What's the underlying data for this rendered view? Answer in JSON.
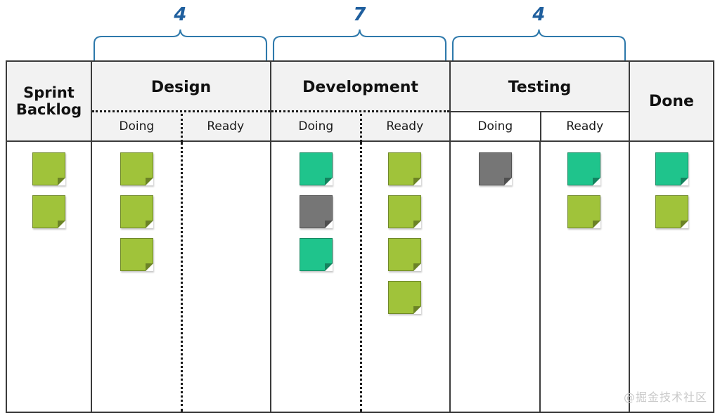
{
  "board": {
    "background": "#ffffff",
    "border_color": "#3b3b3b",
    "header_fill": "#f2f2f2",
    "columns": [
      {
        "id": "sprint-backlog",
        "title": "Sprint Backlog",
        "title_lines": [
          "Sprint",
          "Backlog"
        ],
        "has_subcolumns": false,
        "divider_style": "none",
        "cards": [
          {
            "color": "#a0c33a",
            "color_name": "green"
          },
          {
            "color": "#a0c33a",
            "color_name": "green"
          }
        ]
      },
      {
        "id": "design",
        "title": "Design",
        "has_subcolumns": true,
        "divider_style": "dotted",
        "wip_limit": "4",
        "subcolumns": [
          {
            "id": "design-doing",
            "label": "Doing",
            "cards": [
              {
                "color": "#a0c33a",
                "color_name": "green"
              },
              {
                "color": "#a0c33a",
                "color_name": "green"
              },
              {
                "color": "#a0c33a",
                "color_name": "green"
              }
            ]
          },
          {
            "id": "design-ready",
            "label": "Ready",
            "cards": []
          }
        ]
      },
      {
        "id": "development",
        "title": "Development",
        "has_subcolumns": true,
        "divider_style": "dotted",
        "wip_limit": "7",
        "subcolumns": [
          {
            "id": "development-doing",
            "label": "Doing",
            "cards": [
              {
                "color": "#1fc48c",
                "color_name": "teal"
              },
              {
                "color": "#767676",
                "color_name": "gray"
              },
              {
                "color": "#1fc48c",
                "color_name": "teal"
              }
            ]
          },
          {
            "id": "development-ready",
            "label": "Ready",
            "cards": [
              {
                "color": "#a0c33a",
                "color_name": "green"
              },
              {
                "color": "#a0c33a",
                "color_name": "green"
              },
              {
                "color": "#a0c33a",
                "color_name": "green"
              },
              {
                "color": "#a0c33a",
                "color_name": "green"
              }
            ]
          }
        ]
      },
      {
        "id": "testing",
        "title": "Testing",
        "has_subcolumns": true,
        "divider_style": "solid",
        "wip_limit": "4",
        "subcolumns": [
          {
            "id": "testing-doing",
            "label": "Doing",
            "cards": [
              {
                "color": "#767676",
                "color_name": "gray"
              }
            ]
          },
          {
            "id": "testing-ready",
            "label": "Ready",
            "cards": [
              {
                "color": "#1fc48c",
                "color_name": "teal"
              },
              {
                "color": "#a0c33a",
                "color_name": "green"
              }
            ]
          }
        ]
      },
      {
        "id": "done",
        "title": "Done",
        "has_subcolumns": false,
        "divider_style": "none",
        "cards": [
          {
            "color": "#1fc48c",
            "color_name": "teal"
          },
          {
            "color": "#a0c33a",
            "color_name": "green"
          }
        ]
      }
    ]
  },
  "wip_brackets": [
    {
      "id": "wip-design",
      "over": "Design",
      "limit": "4"
    },
    {
      "id": "wip-development",
      "over": "Development",
      "limit": "7"
    },
    {
      "id": "wip-testing",
      "over": "Testing",
      "limit": "4"
    }
  ],
  "wip_colors": {
    "number": "#1f5f9e",
    "brace": "#2e79ab"
  },
  "watermark": {
    "text": "@掘金技术社区",
    "color": "#c9c9c9"
  }
}
